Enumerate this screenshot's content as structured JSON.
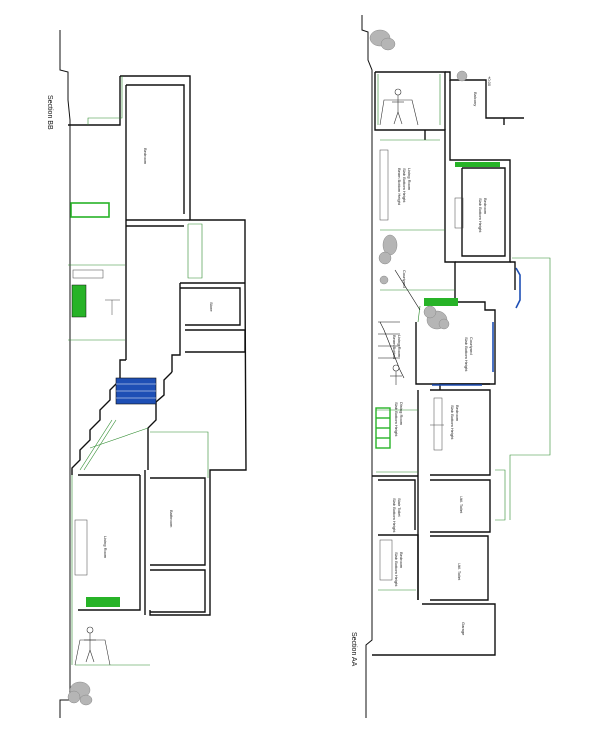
{
  "sections": {
    "bb": {
      "title": "Section BB",
      "rooms": {
        "bedroom": "Bedroom",
        "store": "Store",
        "living": "Living Room",
        "bathroom": "Bathroom"
      }
    },
    "aa": {
      "title": "Section AA",
      "rooms": {
        "balcony": "Balcony",
        "living_upper": "Living Room\nSlab Bottom Height\nBeam Bottom Height",
        "bedroom": "Bedroom\nSlab Bottom Height",
        "courtyard": "Courtyard",
        "living_mid": "Living Room\nBeam Bottom",
        "courtyard_lower": "Courtyard\nSlab Bottom Height",
        "bedroom_lower": "Bedroom\nSlab Bottom Height",
        "dining": "Dining Room\nSlab Bottom Height",
        "utility_1": "Util. Toilet",
        "st_toilet": "Stair Toilet\nSlab Bottom Height",
        "bedroom_bottom": "Bedroom\nSlab Bottom Height",
        "utility_2": "Util. Toilet",
        "garage": "Garage"
      },
      "level_mark": "+0.00"
    }
  },
  "colors": {
    "wall": "#111111",
    "guide": "#2e8b2e",
    "fill_green": "#27b327",
    "fill_blue": "#1e4fb5",
    "tree": "#9a9a9a"
  }
}
